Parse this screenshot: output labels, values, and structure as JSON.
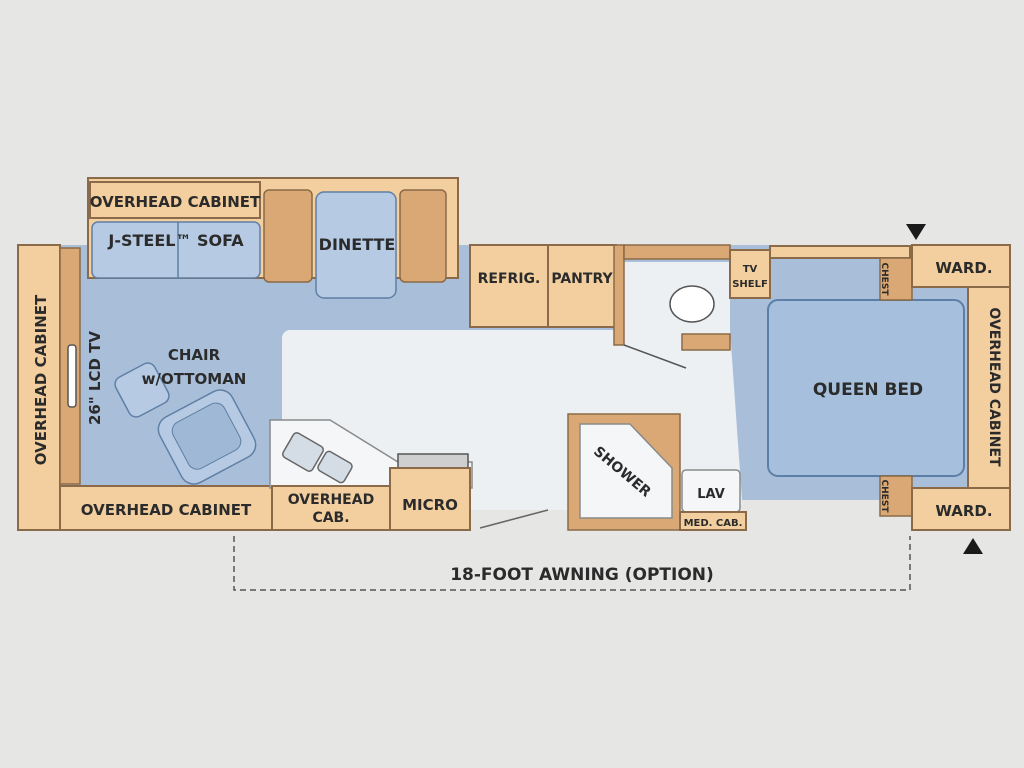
{
  "labels": {
    "overhead_cabinet_top": "OVERHEAD CABINET",
    "sofa": "J-STEEL™ SOFA",
    "dinette": "DINETTE",
    "overhead_cabinet_left": "OVERHEAD CABINET",
    "lcd_tv": "26\" LCD TV",
    "chair": "CHAIR",
    "ottoman": "w/OTTOMAN",
    "refrig": "REFRIG.",
    "pantry": "PANTRY",
    "tv_shelf_1": "TV",
    "tv_shelf_2": "SHELF",
    "chest_top": "CHEST",
    "chest_bottom": "CHEST",
    "ward_top": "WARD.",
    "ward_bottom": "WARD.",
    "overhead_cabinet_right": "OVERHEAD CABINET",
    "queen_bed": "QUEEN BED",
    "overhead_cabinet_bottom": "OVERHEAD CABINET",
    "overhead_cab_1": "OVERHEAD",
    "overhead_cab_2": "CAB.",
    "micro": "MICRO",
    "shower": "SHOWER",
    "lav": "LAV",
    "med_cab": "MED. CAB.",
    "awning": "18-FOOT AWNING (OPTION)"
  },
  "colors": {
    "cabinet": "#f3cf9f",
    "floor": "#a9bfd9",
    "background": "#e6e6e4"
  }
}
